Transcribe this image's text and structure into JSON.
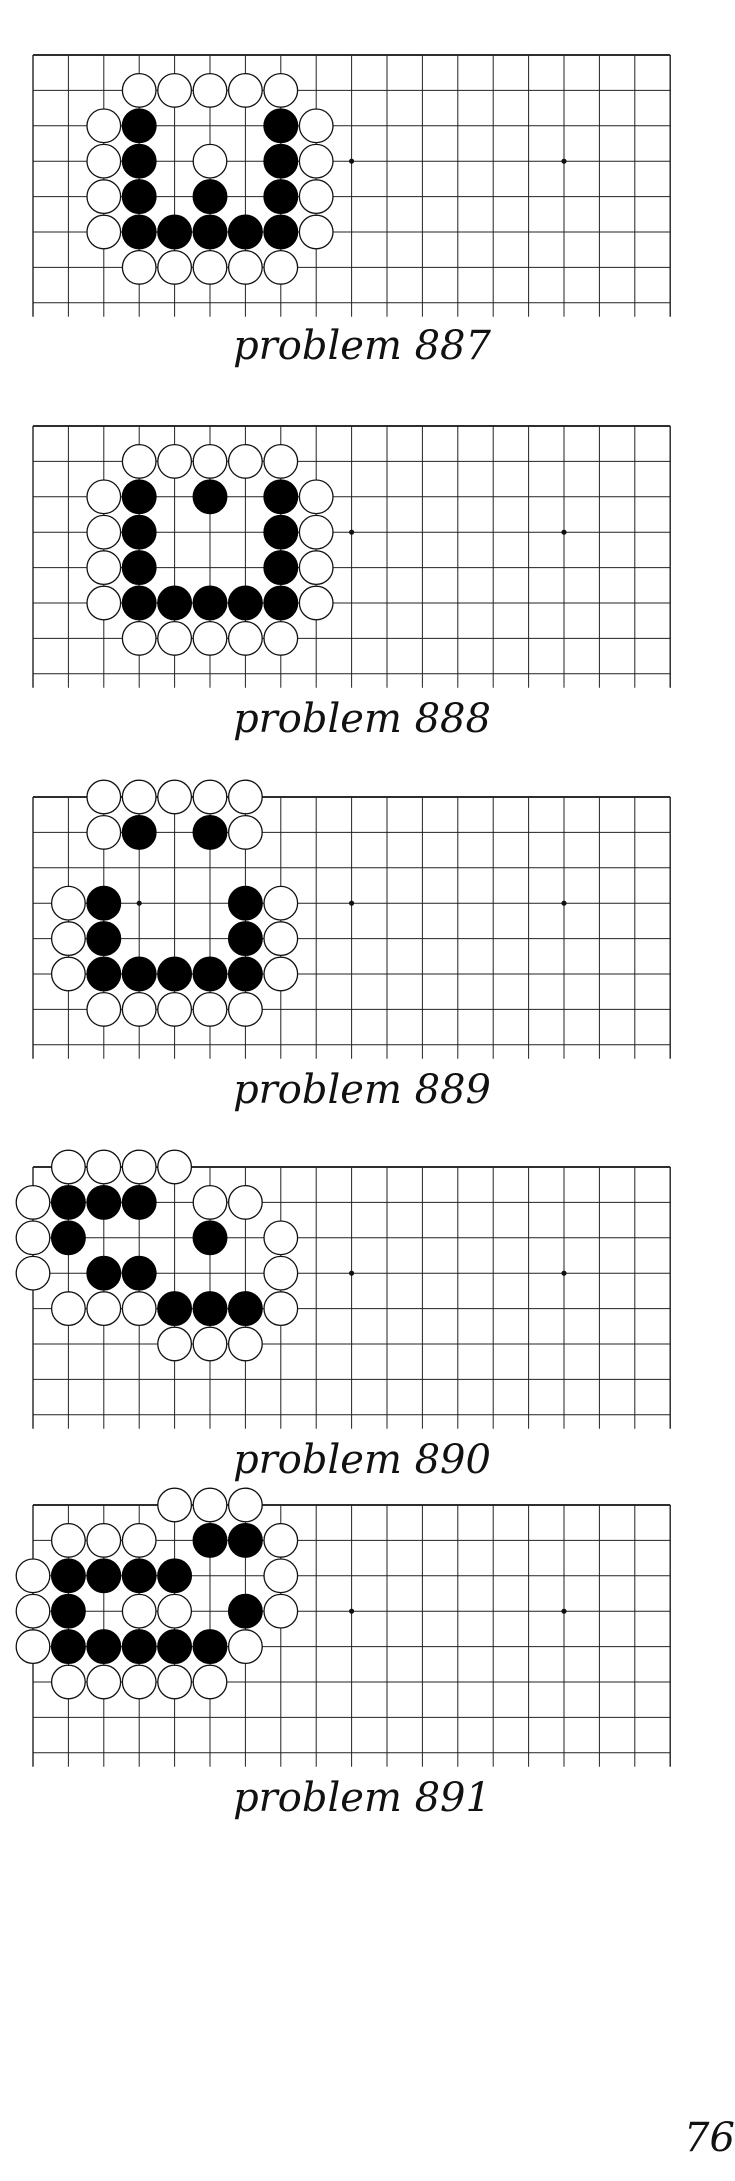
{
  "problems": [
    {
      "caption": "problem 887",
      "black": [
        [
          3,
          2
        ],
        [
          3,
          3
        ],
        [
          3,
          4
        ],
        [
          3,
          5
        ],
        [
          4,
          5
        ],
        [
          5,
          4
        ],
        [
          5,
          5
        ],
        [
          6,
          5
        ],
        [
          7,
          2
        ],
        [
          7,
          3
        ],
        [
          7,
          4
        ],
        [
          7,
          5
        ]
      ],
      "white": [
        [
          3,
          1
        ],
        [
          4,
          1
        ],
        [
          5,
          1
        ],
        [
          6,
          1
        ],
        [
          7,
          1
        ],
        [
          2,
          2
        ],
        [
          8,
          2
        ],
        [
          2,
          3
        ],
        [
          5,
          3
        ],
        [
          8,
          3
        ],
        [
          2,
          4
        ],
        [
          8,
          4
        ],
        [
          2,
          5
        ],
        [
          8,
          5
        ],
        [
          3,
          6
        ],
        [
          4,
          6
        ],
        [
          5,
          6
        ],
        [
          6,
          6
        ],
        [
          7,
          6
        ]
      ],
      "hoshi": [
        [
          9,
          3
        ],
        [
          15,
          3
        ]
      ]
    },
    {
      "caption": "problem 888",
      "black": [
        [
          3,
          2
        ],
        [
          5,
          2
        ],
        [
          7,
          2
        ],
        [
          3,
          3
        ],
        [
          7,
          3
        ],
        [
          3,
          4
        ],
        [
          7,
          4
        ],
        [
          3,
          5
        ],
        [
          4,
          5
        ],
        [
          5,
          5
        ],
        [
          6,
          5
        ],
        [
          7,
          5
        ]
      ],
      "white": [
        [
          3,
          1
        ],
        [
          4,
          1
        ],
        [
          5,
          1
        ],
        [
          6,
          1
        ],
        [
          7,
          1
        ],
        [
          2,
          2
        ],
        [
          8,
          2
        ],
        [
          2,
          3
        ],
        [
          8,
          3
        ],
        [
          2,
          4
        ],
        [
          8,
          4
        ],
        [
          2,
          5
        ],
        [
          8,
          5
        ],
        [
          3,
          6
        ],
        [
          4,
          6
        ],
        [
          5,
          6
        ],
        [
          6,
          6
        ],
        [
          7,
          6
        ]
      ],
      "hoshi": [
        [
          9,
          3
        ],
        [
          15,
          3
        ]
      ]
    },
    {
      "caption": "problem 889",
      "black": [
        [
          3,
          1
        ],
        [
          5,
          1
        ],
        [
          2,
          3
        ],
        [
          6,
          3
        ],
        [
          2,
          4
        ],
        [
          6,
          4
        ],
        [
          2,
          5
        ],
        [
          3,
          5
        ],
        [
          4,
          5
        ],
        [
          5,
          5
        ],
        [
          6,
          5
        ]
      ],
      "white": [
        [
          2,
          0
        ],
        [
          3,
          0
        ],
        [
          4,
          0
        ],
        [
          5,
          0
        ],
        [
          6,
          0
        ],
        [
          2,
          1
        ],
        [
          6,
          1
        ],
        [
          1,
          3
        ],
        [
          7,
          3
        ],
        [
          1,
          4
        ],
        [
          7,
          4
        ],
        [
          1,
          5
        ],
        [
          7,
          5
        ],
        [
          2,
          6
        ],
        [
          3,
          6
        ],
        [
          4,
          6
        ],
        [
          5,
          6
        ],
        [
          6,
          6
        ]
      ],
      "hoshi": [
        [
          3,
          3
        ],
        [
          9,
          3
        ],
        [
          15,
          3
        ]
      ]
    },
    {
      "caption": "problem 890",
      "black": [
        [
          1,
          1
        ],
        [
          2,
          1
        ],
        [
          3,
          1
        ],
        [
          1,
          2
        ],
        [
          5,
          2
        ],
        [
          2,
          3
        ],
        [
          3,
          3
        ],
        [
          4,
          4
        ],
        [
          5,
          4
        ],
        [
          6,
          4
        ]
      ],
      "white": [
        [
          1,
          0
        ],
        [
          2,
          0
        ],
        [
          3,
          0
        ],
        [
          4,
          0
        ],
        [
          0,
          1
        ],
        [
          5,
          1
        ],
        [
          6,
          1
        ],
        [
          0,
          2
        ],
        [
          7,
          2
        ],
        [
          0,
          3
        ],
        [
          7,
          3
        ],
        [
          1,
          4
        ],
        [
          2,
          4
        ],
        [
          3,
          4
        ],
        [
          7,
          4
        ],
        [
          4,
          5
        ],
        [
          5,
          5
        ],
        [
          6,
          5
        ]
      ],
      "hoshi": [
        [
          9,
          3
        ],
        [
          15,
          3
        ]
      ]
    },
    {
      "caption": "problem 891",
      "black": [
        [
          5,
          1
        ],
        [
          6,
          1
        ],
        [
          1,
          2
        ],
        [
          2,
          2
        ],
        [
          3,
          2
        ],
        [
          4,
          2
        ],
        [
          1,
          3
        ],
        [
          6,
          3
        ],
        [
          1,
          4
        ],
        [
          2,
          4
        ],
        [
          3,
          4
        ],
        [
          4,
          4
        ],
        [
          5,
          4
        ]
      ],
      "white": [
        [
          4,
          0
        ],
        [
          5,
          0
        ],
        [
          6,
          0
        ],
        [
          1,
          1
        ],
        [
          2,
          1
        ],
        [
          3,
          1
        ],
        [
          7,
          1
        ],
        [
          0,
          2
        ],
        [
          7,
          2
        ],
        [
          0,
          3
        ],
        [
          3,
          3
        ],
        [
          4,
          3
        ],
        [
          7,
          3
        ],
        [
          0,
          4
        ],
        [
          6,
          4
        ],
        [
          1,
          5
        ],
        [
          2,
          5
        ],
        [
          3,
          5
        ],
        [
          4,
          5
        ],
        [
          5,
          5
        ]
      ],
      "hoshi": [
        [
          9,
          3
        ],
        [
          15,
          3
        ]
      ]
    }
  ],
  "page_number": "76"
}
